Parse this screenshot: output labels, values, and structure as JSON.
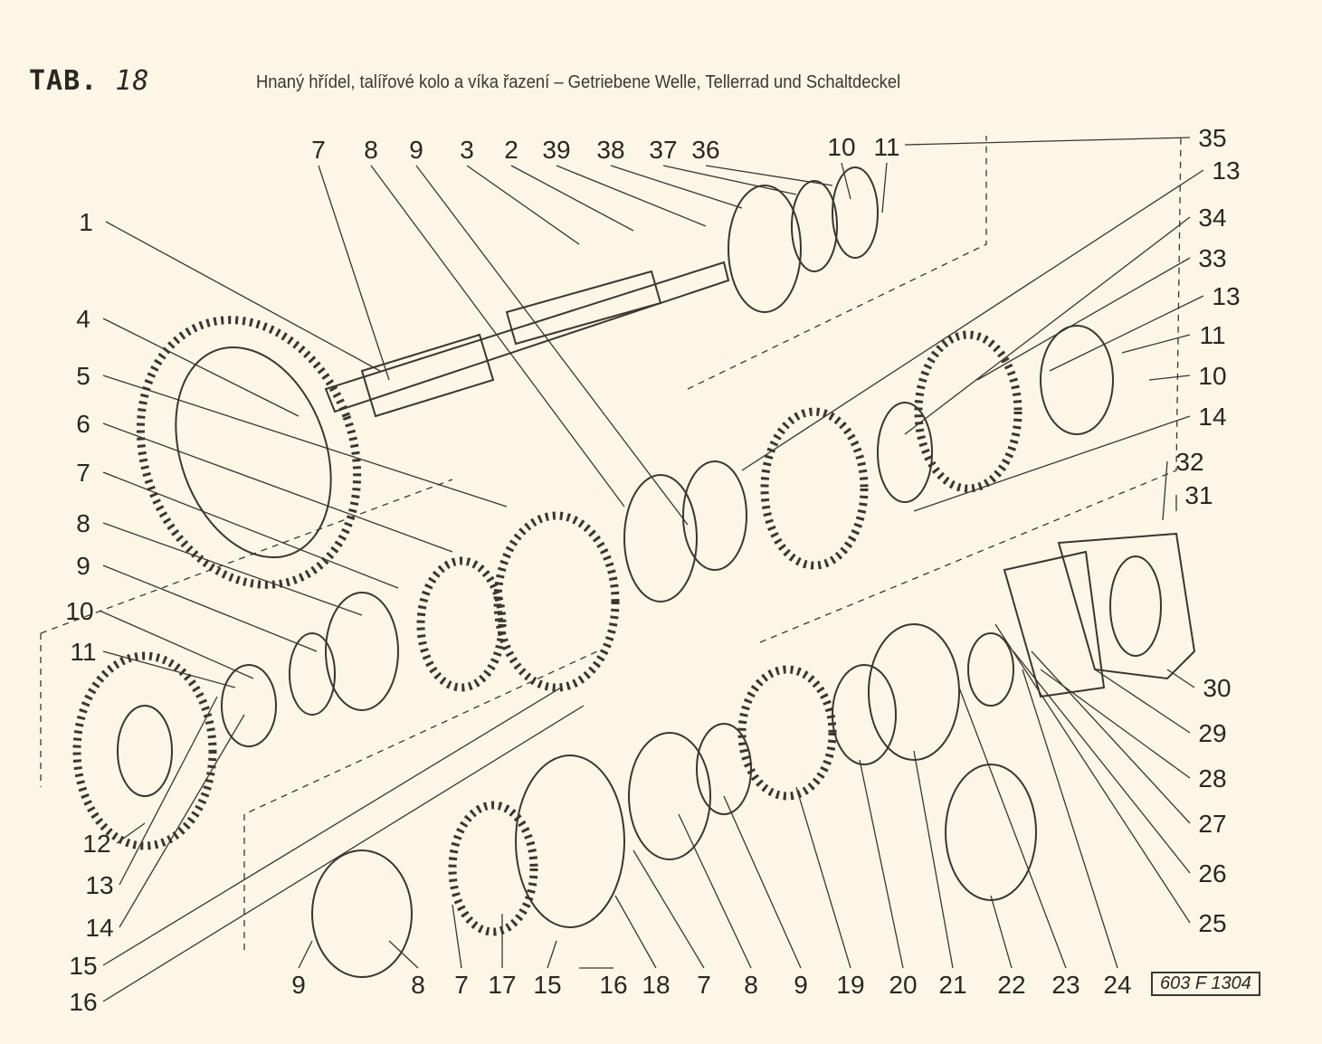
{
  "header": {
    "tab_prefix": "TAB.",
    "tab_number": "18",
    "title": "Hnaný hřídel, talířové kolo a víka řazení – Getriebene Welle, Tellerrad und Schaltdeckel"
  },
  "drawing_code": "603 F 1304",
  "callouts": [
    "7",
    "8",
    "9",
    "3",
    "2",
    "39",
    "38",
    "37",
    "36",
    "10",
    "11",
    "35",
    "13",
    "34",
    "33",
    "13",
    "11",
    "10",
    "14",
    "32",
    "31",
    "30",
    "29",
    "28",
    "27",
    "26",
    "25",
    "1",
    "4",
    "5",
    "6",
    "7",
    "8",
    "9",
    "10",
    "11",
    "12",
    "13",
    "14",
    "15",
    "16",
    "9",
    "8",
    "7",
    "17",
    "15",
    "16",
    "18",
    "7",
    "8",
    "9",
    "19",
    "20",
    "21",
    "22",
    "23",
    "24"
  ]
}
